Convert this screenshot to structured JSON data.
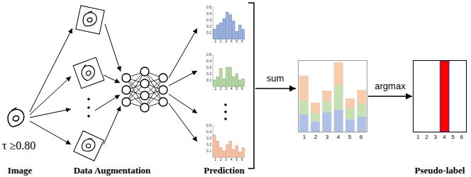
{
  "diagram": {
    "nodes": [
      {
        "text": [
          "1",
          "2",
          "3",
          "4",
          "5",
          "6"
        ]
      },
      {
        "text": [
          "1",
          "2",
          "3",
          "4",
          "5",
          "6"
        ]
      }
    ],
    "edges": [
      {
        "from": 0,
        "to": 1,
        "arrow": "to",
        "label": "argmax"
      }
    ],
    "labels": [
      "τ ≥0.80",
      "sum",
      "Image",
      "Data Augmentation",
      "Prediction",
      "Pseudo-label",
      "0.5",
      "0.4",
      "0.3",
      "0.2",
      "0.1",
      "1",
      "2",
      "3",
      "4",
      "5",
      "6",
      "0.5",
      "0.4",
      "0.3",
      "0.2",
      "0.1",
      "1",
      "2",
      "3",
      "4",
      "5",
      "6",
      "0.5",
      "0.4",
      "0.3",
      "0.2",
      "0.1",
      "1",
      "2",
      "3",
      "4",
      "5",
      "6"
    ]
  }
}
